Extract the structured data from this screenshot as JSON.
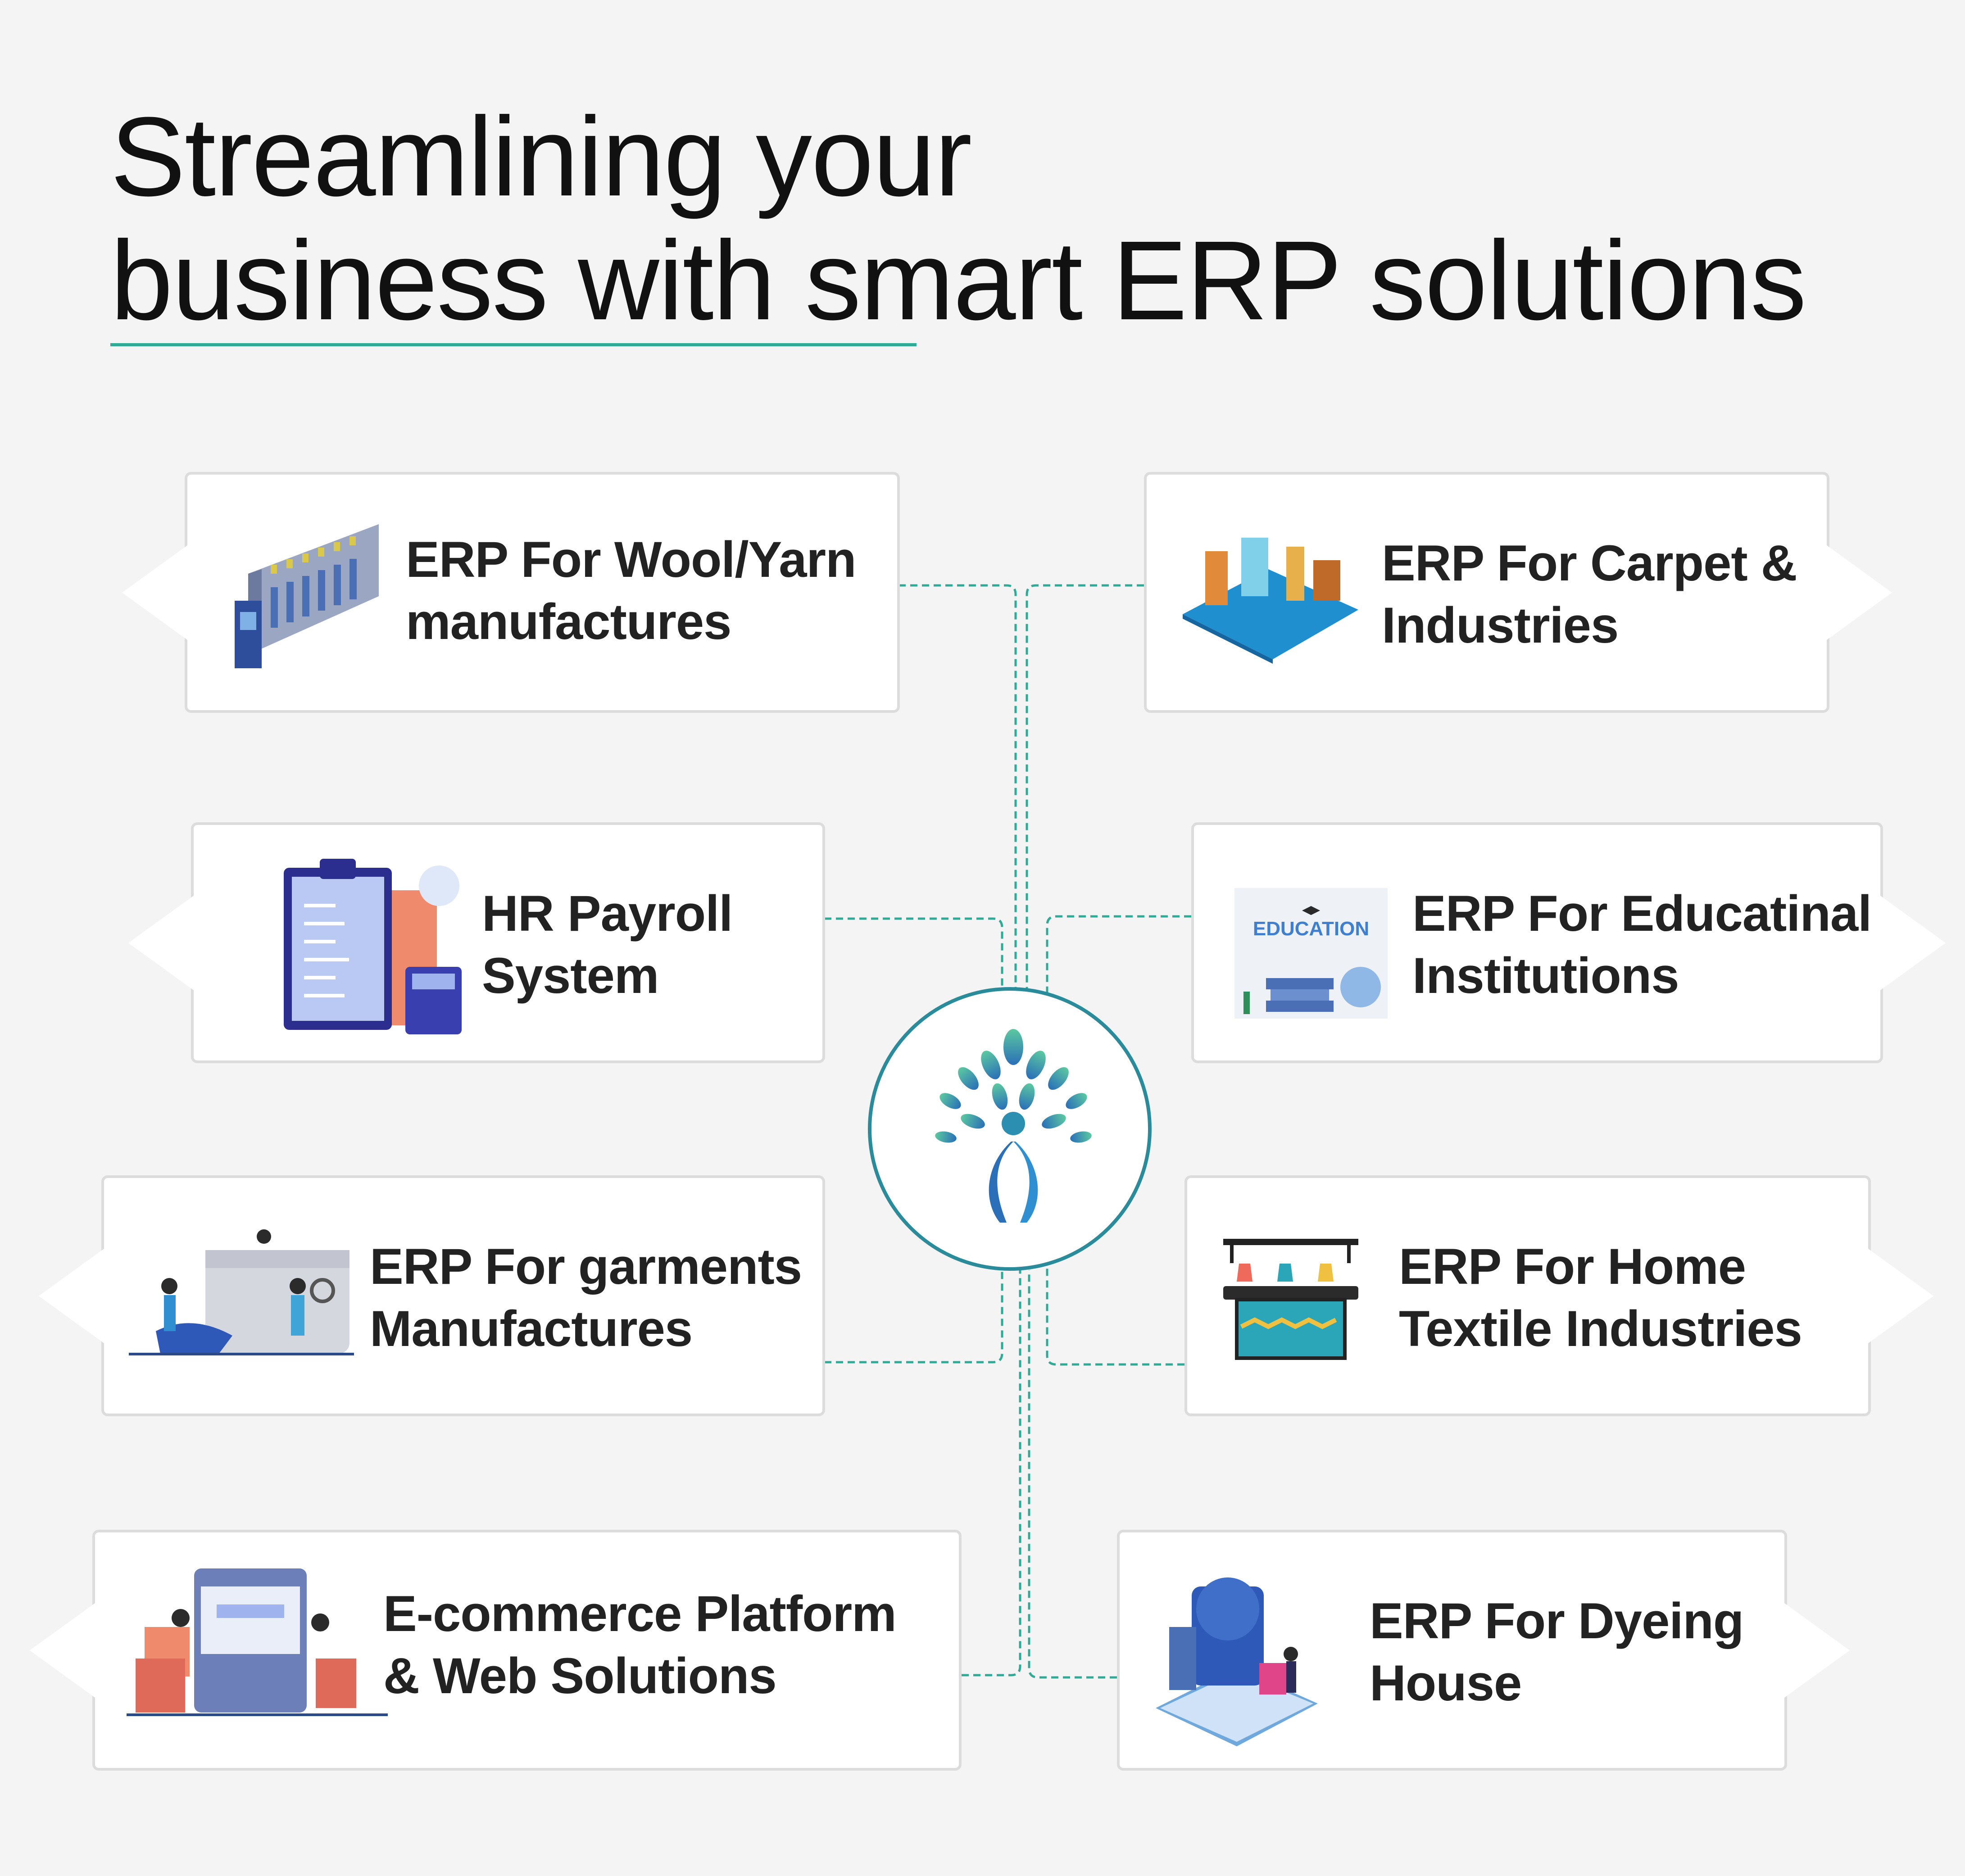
{
  "title": {
    "line1": "Streamlining your",
    "line2": "business with smart ERP solutions"
  },
  "hub": {
    "icon": "tree-logo-icon"
  },
  "colors": {
    "accent_teal": "#2eaa96",
    "hub_border": "#2a8b9a",
    "background": "#f4f4f4",
    "card_border": "#dcdcdc"
  },
  "cards": {
    "wool": {
      "line1": "ERP For Wool/Yarn",
      "line2": "manufactures",
      "icon": "spinning-machine-icon"
    },
    "carpet": {
      "line1": "ERP For Carpet &",
      "line2": "Industries",
      "icon": "carpet-factory-icon"
    },
    "hr": {
      "line1": "HR Payroll",
      "line2": "System",
      "icon": "payroll-clipboard-icon"
    },
    "education": {
      "line1": "ERP For Educatinal",
      "line2": "Institutions",
      "icon": "education-books-icon",
      "badge": "EDUCATION"
    },
    "garments": {
      "line1": "ERP For garments",
      "line2": "Manufactures",
      "icon": "sewing-machine-icon"
    },
    "hometextile": {
      "line1": "ERP For Home",
      "line2": "Textile Industries",
      "icon": "textile-loom-icon"
    },
    "ecommerce": {
      "line1": "E-commerce Platform",
      "line2": "& Web Solutions",
      "icon": "online-shop-icon"
    },
    "dyeing": {
      "line1": "ERP For Dyeing",
      "line2": "House",
      "icon": "dyeing-machine-icon"
    }
  }
}
